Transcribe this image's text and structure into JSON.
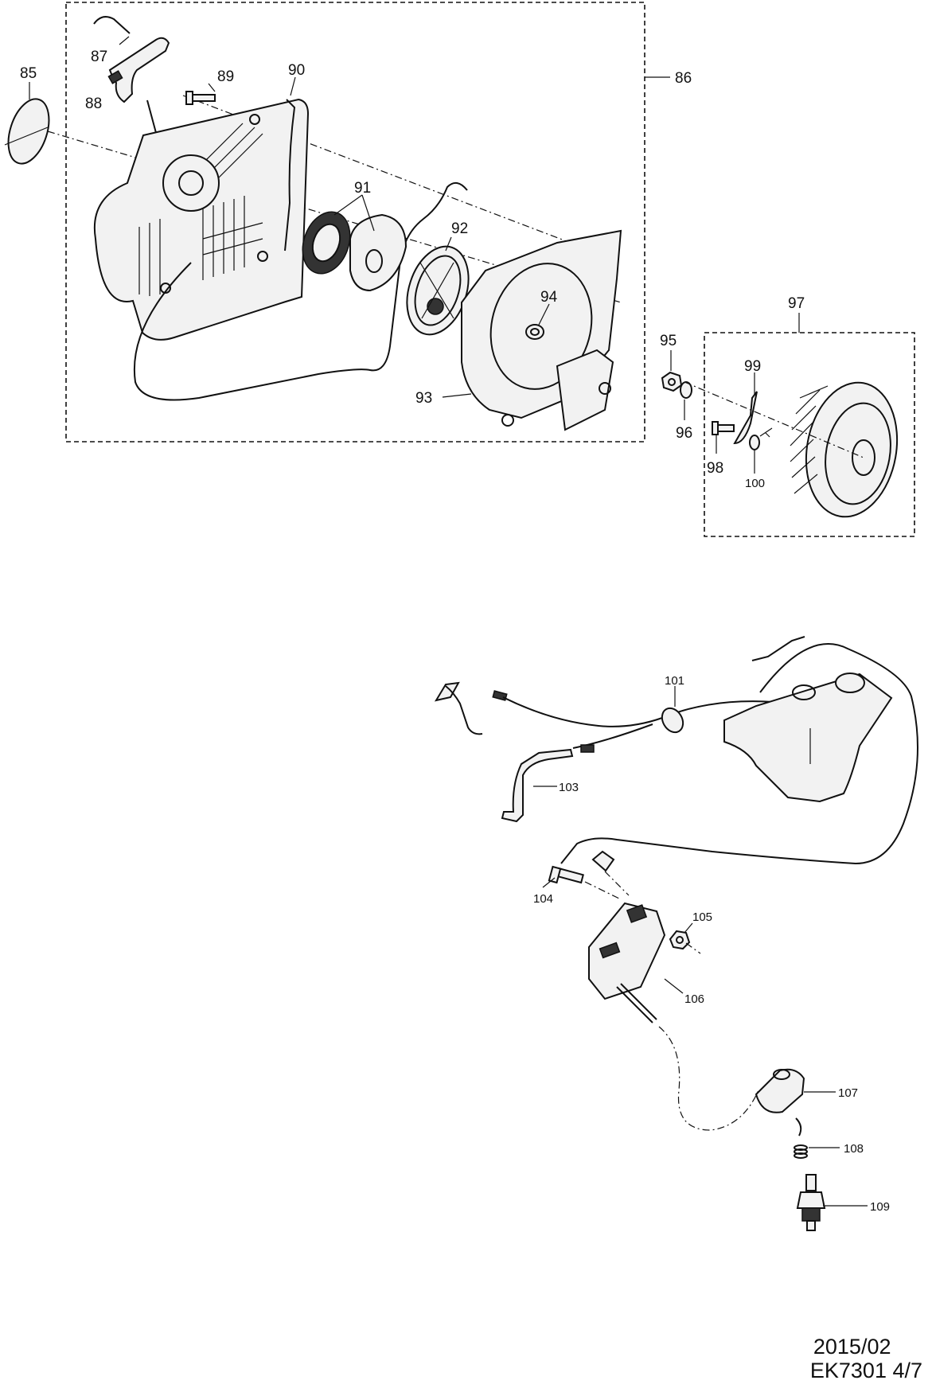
{
  "labels": {
    "p85": "85",
    "p86": "86",
    "p87": "87",
    "p88": "88",
    "p89": "89",
    "p90": "90",
    "p91": "91",
    "p92": "92",
    "p93": "93",
    "p94": "94",
    "p95": "95",
    "p96": "96",
    "p97": "97",
    "p98": "98",
    "p99": "99",
    "p100": "100",
    "p101": "101",
    "p103": "103",
    "p104": "104",
    "p105": "105",
    "p106": "106",
    "p107": "107",
    "p108": "108",
    "p109": "109"
  },
  "footer": {
    "date": "2015/02",
    "model_page": "EK7301 4/7"
  }
}
